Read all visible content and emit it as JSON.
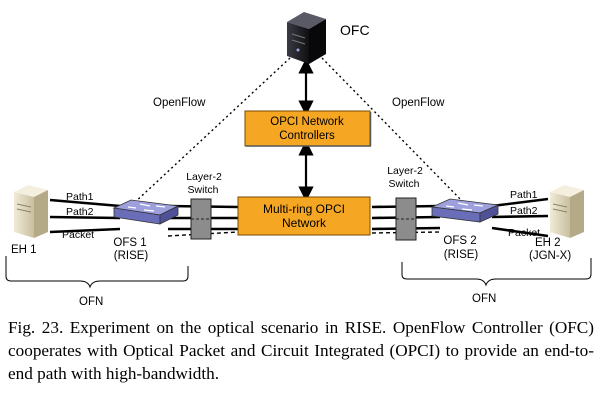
{
  "diagram": {
    "controller": {
      "label": "OFC",
      "link_left": "OpenFlow",
      "link_right": "OpenFlow"
    },
    "opci_controllers": {
      "line1": "OPCI Network",
      "line2": "Controllers"
    },
    "opci_network": {
      "line1": "Multi-ring OPCI",
      "line2": "Network"
    },
    "left_site": {
      "host": "EH 1",
      "switch_line1": "OFS 1",
      "switch_line2": "(RISE)",
      "path1": "Path1",
      "path2": "Path2",
      "packet": "Packet",
      "l2_line1": "Layer-2",
      "l2_line2": "Switch",
      "network": "OFN"
    },
    "right_site": {
      "host_line1": "EH 2",
      "host_line2": "(JGN-X)",
      "switch_line1": "OFS 2",
      "switch_line2": "(RISE)",
      "path1": "Path1",
      "path2": "Path2",
      "packet": "Packet",
      "l2_line1": "Layer-2",
      "l2_line2": "Switch",
      "network": "OFN"
    },
    "colors": {
      "box_fill": "#f5a623",
      "switch_fill": "#7b7fc9",
      "l2_fill": "#8c8c8c",
      "server_dark": "#1c1c22",
      "host_beige": "#e4dcc2"
    }
  },
  "caption": {
    "text": "Fig. 23.   Experiment on the optical scenario in RISE. OpenFlow Controller (OFC) cooperates with Optical Packet and Circuit Integrated (OPCI) to provide an end-to-end path with high-bandwidth."
  }
}
